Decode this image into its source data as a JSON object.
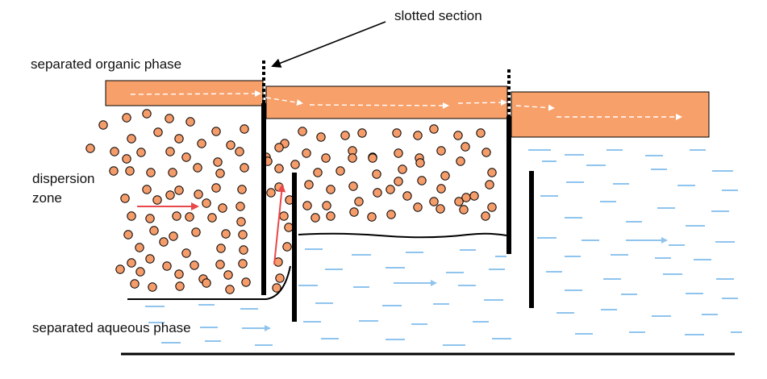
{
  "labels": {
    "slotted_section": "slotted section",
    "organic_phase": "separated organic phase",
    "dispersion_line1": "dispersion",
    "dispersion_line2": "zone",
    "aqueous_phase": "separated aqueous phase"
  },
  "colors": {
    "organic": "#f7a06a",
    "droplet": "#f59c6b",
    "wall": "#000000",
    "water_dash": "#8fc4ee",
    "flow_arrow": "#e8484a",
    "dashed_arrow": "#ffffff"
  }
}
